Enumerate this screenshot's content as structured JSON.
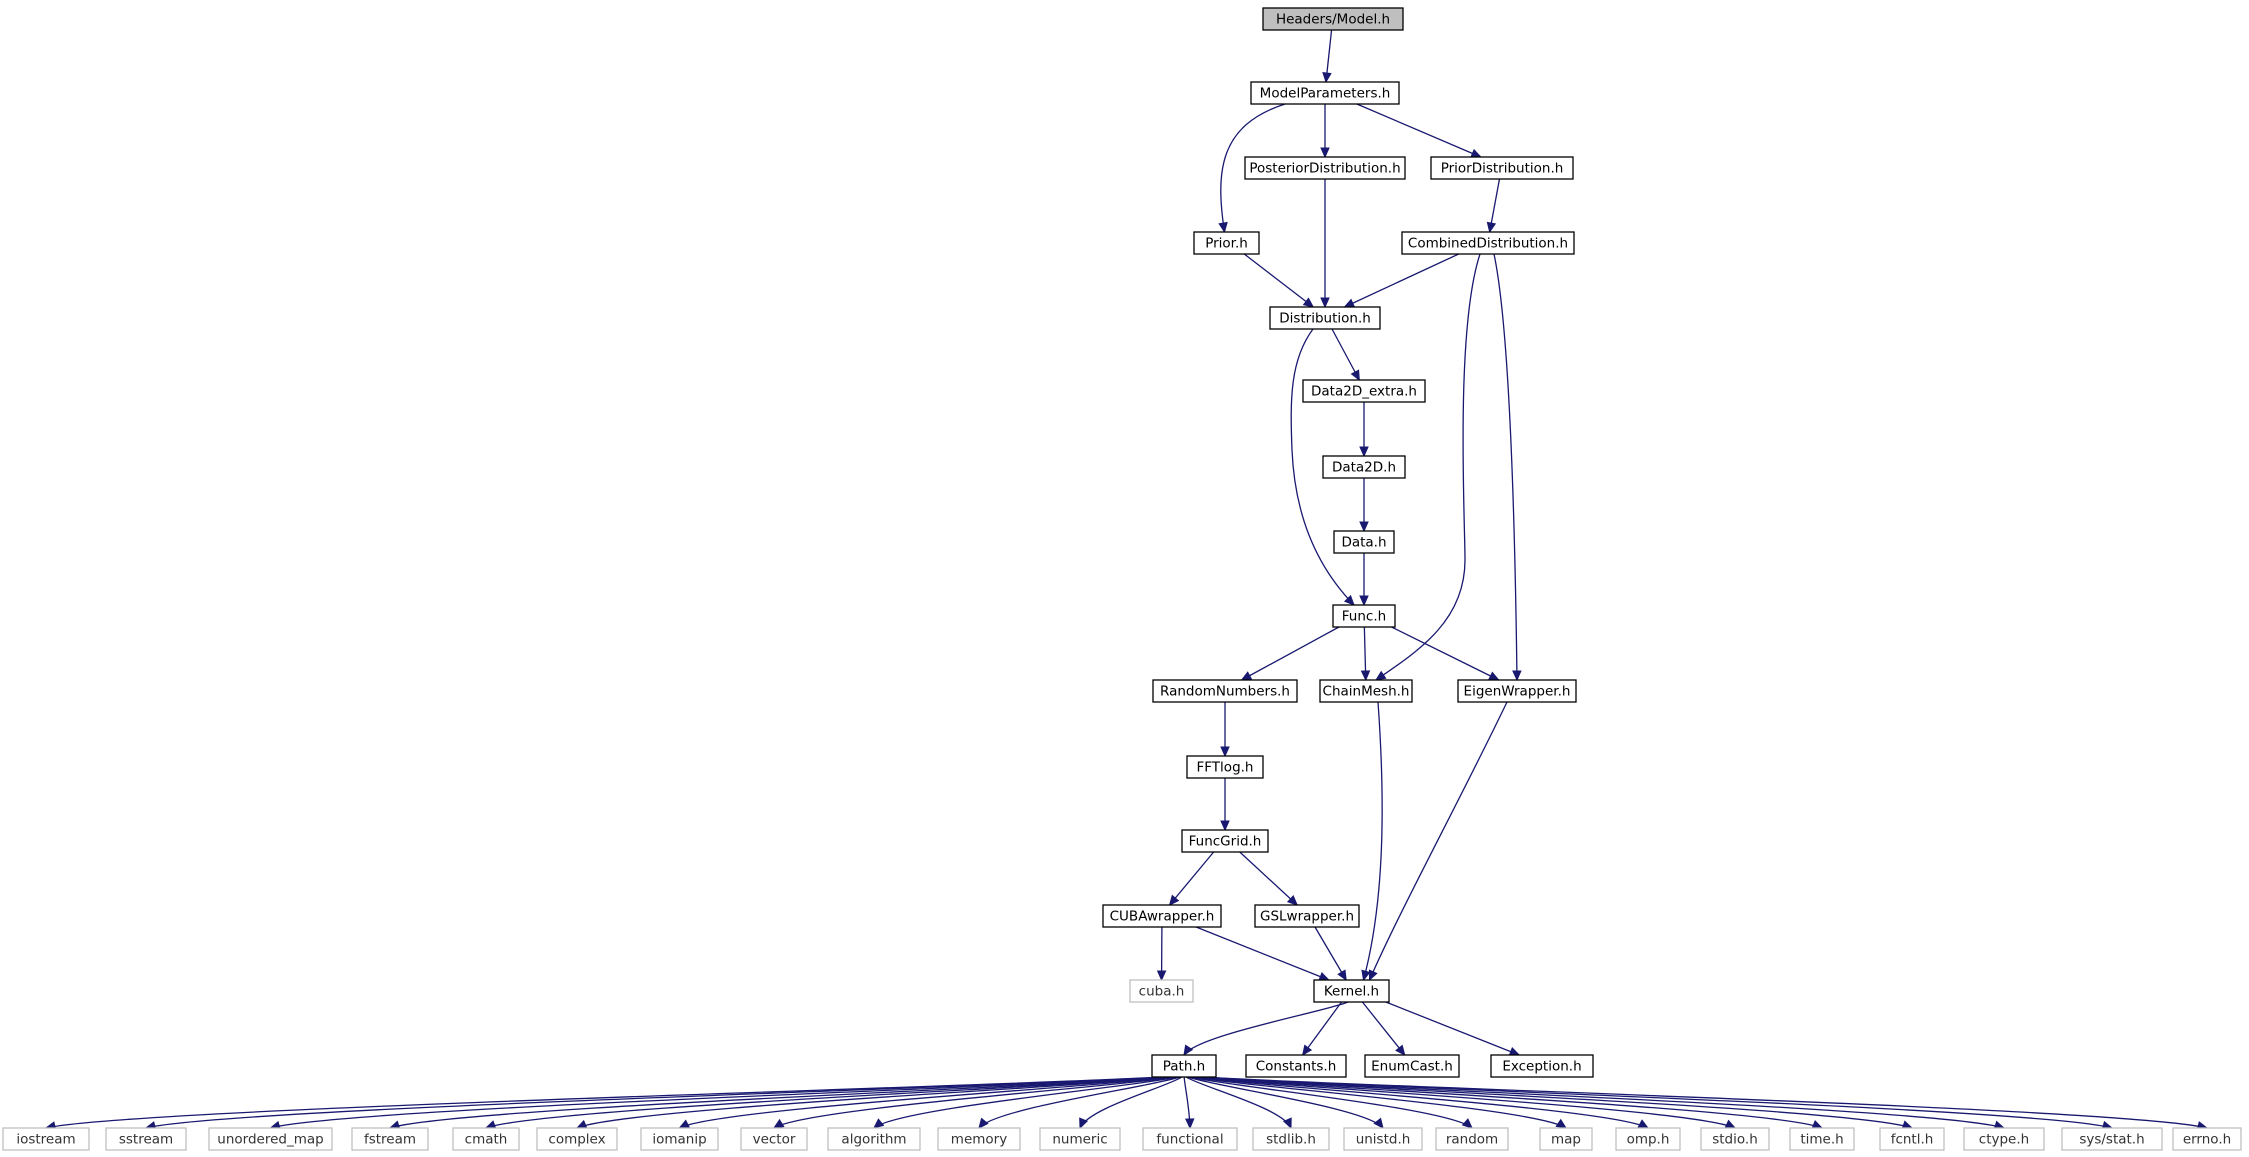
{
  "graph_title": "Headers/Model.h",
  "colors": {
    "edge": "#191970",
    "root_fill": "#bfbfbf",
    "local_border": "#000000",
    "external_border": "#bfbfbf"
  },
  "nodes": [
    {
      "id": "model",
      "label": "Headers/Model.h",
      "kind": "root"
    },
    {
      "id": "modelparams",
      "label": "ModelParameters.h",
      "kind": "local"
    },
    {
      "id": "posterior",
      "label": "PosteriorDistribution.h",
      "kind": "local"
    },
    {
      "id": "priordist",
      "label": "PriorDistribution.h",
      "kind": "local"
    },
    {
      "id": "prior",
      "label": "Prior.h",
      "kind": "local"
    },
    {
      "id": "combined",
      "label": "CombinedDistribution.h",
      "kind": "local"
    },
    {
      "id": "distribution",
      "label": "Distribution.h",
      "kind": "local"
    },
    {
      "id": "data2dextra",
      "label": "Data2D_extra.h",
      "kind": "local"
    },
    {
      "id": "data2d",
      "label": "Data2D.h",
      "kind": "local"
    },
    {
      "id": "data",
      "label": "Data.h",
      "kind": "local"
    },
    {
      "id": "func",
      "label": "Func.h",
      "kind": "local"
    },
    {
      "id": "random",
      "label": "RandomNumbers.h",
      "kind": "local"
    },
    {
      "id": "chainmesh",
      "label": "ChainMesh.h",
      "kind": "local"
    },
    {
      "id": "eigen",
      "label": "EigenWrapper.h",
      "kind": "local"
    },
    {
      "id": "fftlog",
      "label": "FFTlog.h",
      "kind": "local"
    },
    {
      "id": "funcgrid",
      "label": "FuncGrid.h",
      "kind": "local"
    },
    {
      "id": "cuba",
      "label": "CUBAwrapper.h",
      "kind": "local"
    },
    {
      "id": "gsl",
      "label": "GSLwrapper.h",
      "kind": "local"
    },
    {
      "id": "cubah",
      "label": "cuba.h",
      "kind": "external"
    },
    {
      "id": "kernel",
      "label": "Kernel.h",
      "kind": "local"
    },
    {
      "id": "path",
      "label": "Path.h",
      "kind": "local"
    },
    {
      "id": "constants",
      "label": "Constants.h",
      "kind": "local"
    },
    {
      "id": "enumcast",
      "label": "EnumCast.h",
      "kind": "local"
    },
    {
      "id": "exception",
      "label": "Exception.h",
      "kind": "local"
    },
    {
      "id": "iostream",
      "label": "iostream",
      "kind": "external"
    },
    {
      "id": "sstream",
      "label": "sstream",
      "kind": "external"
    },
    {
      "id": "unordered_map",
      "label": "unordered_map",
      "kind": "external"
    },
    {
      "id": "fstream",
      "label": "fstream",
      "kind": "external"
    },
    {
      "id": "cmath",
      "label": "cmath",
      "kind": "external"
    },
    {
      "id": "complex",
      "label": "complex",
      "kind": "external"
    },
    {
      "id": "iomanip",
      "label": "iomanip",
      "kind": "external"
    },
    {
      "id": "vector",
      "label": "vector",
      "kind": "external"
    },
    {
      "id": "algorithm",
      "label": "algorithm",
      "kind": "external"
    },
    {
      "id": "memory",
      "label": "memory",
      "kind": "external"
    },
    {
      "id": "numeric",
      "label": "numeric",
      "kind": "external"
    },
    {
      "id": "functional",
      "label": "functional",
      "kind": "external"
    },
    {
      "id": "stdlib",
      "label": "stdlib.h",
      "kind": "external"
    },
    {
      "id": "unistd",
      "label": "unistd.h",
      "kind": "external"
    },
    {
      "id": "randomh",
      "label": "random",
      "kind": "external"
    },
    {
      "id": "map",
      "label": "map",
      "kind": "external"
    },
    {
      "id": "omp",
      "label": "omp.h",
      "kind": "external"
    },
    {
      "id": "stdio",
      "label": "stdio.h",
      "kind": "external"
    },
    {
      "id": "time",
      "label": "time.h",
      "kind": "external"
    },
    {
      "id": "fcntl",
      "label": "fcntl.h",
      "kind": "external"
    },
    {
      "id": "ctype",
      "label": "ctype.h",
      "kind": "external"
    },
    {
      "id": "sysstat",
      "label": "sys/stat.h",
      "kind": "external"
    },
    {
      "id": "errno",
      "label": "errno.h",
      "kind": "external"
    }
  ],
  "edges": [
    [
      "model",
      "modelparams"
    ],
    [
      "modelparams",
      "posterior"
    ],
    [
      "modelparams",
      "priordist"
    ],
    [
      "modelparams",
      "prior"
    ],
    [
      "posterior",
      "distribution"
    ],
    [
      "priordist",
      "combined"
    ],
    [
      "prior",
      "distribution"
    ],
    [
      "combined",
      "distribution"
    ],
    [
      "combined",
      "chainmesh"
    ],
    [
      "combined",
      "eigen"
    ],
    [
      "distribution",
      "data2dextra"
    ],
    [
      "distribution",
      "func"
    ],
    [
      "data2dextra",
      "data2d"
    ],
    [
      "data2d",
      "data"
    ],
    [
      "data",
      "func"
    ],
    [
      "func",
      "random"
    ],
    [
      "func",
      "chainmesh"
    ],
    [
      "func",
      "eigen"
    ],
    [
      "random",
      "fftlog"
    ],
    [
      "fftlog",
      "funcgrid"
    ],
    [
      "funcgrid",
      "cuba"
    ],
    [
      "funcgrid",
      "gsl"
    ],
    [
      "cuba",
      "cubah"
    ],
    [
      "cuba",
      "kernel"
    ],
    [
      "gsl",
      "kernel"
    ],
    [
      "chainmesh",
      "kernel"
    ],
    [
      "eigen",
      "kernel"
    ],
    [
      "kernel",
      "path"
    ],
    [
      "kernel",
      "constants"
    ],
    [
      "kernel",
      "enumcast"
    ],
    [
      "kernel",
      "exception"
    ],
    [
      "path",
      "iostream"
    ],
    [
      "path",
      "sstream"
    ],
    [
      "path",
      "unordered_map"
    ],
    [
      "path",
      "fstream"
    ],
    [
      "path",
      "cmath"
    ],
    [
      "path",
      "complex"
    ],
    [
      "path",
      "iomanip"
    ],
    [
      "path",
      "vector"
    ],
    [
      "path",
      "algorithm"
    ],
    [
      "path",
      "memory"
    ],
    [
      "path",
      "numeric"
    ],
    [
      "path",
      "functional"
    ],
    [
      "path",
      "stdlib"
    ],
    [
      "path",
      "unistd"
    ],
    [
      "path",
      "randomh"
    ],
    [
      "path",
      "map"
    ],
    [
      "path",
      "omp"
    ],
    [
      "path",
      "stdio"
    ],
    [
      "path",
      "time"
    ],
    [
      "path",
      "fcntl"
    ],
    [
      "path",
      "ctype"
    ],
    [
      "path",
      "sysstat"
    ],
    [
      "path",
      "errno"
    ]
  ]
}
